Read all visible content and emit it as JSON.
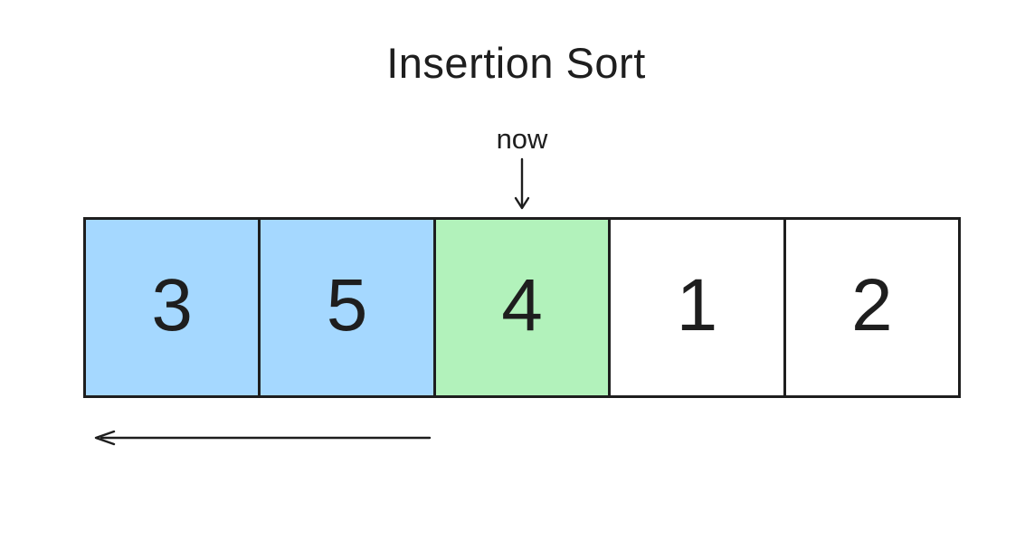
{
  "title": "Insertion Sort",
  "pointer": {
    "label": "now",
    "icon": "arrow-down-icon",
    "points_to_value": "4"
  },
  "array": {
    "cells": [
      {
        "value": "3",
        "state": "sorted",
        "color": "#a5d8ff"
      },
      {
        "value": "5",
        "state": "sorted",
        "color": "#a5d8ff"
      },
      {
        "value": "4",
        "state": "current",
        "color": "#b2f2bb"
      },
      {
        "value": "1",
        "state": "unsorted",
        "color": "#ffffff"
      },
      {
        "value": "2",
        "state": "unsorted",
        "color": "#ffffff"
      }
    ]
  },
  "annotations": {
    "swap_arrow_icon": "arrow-left-right",
    "scan_arrow_icon": "arrow-left"
  },
  "colors": {
    "sorted": "#a5d8ff",
    "current": "#b2f2bb",
    "unsorted": "#ffffff",
    "stroke": "#1e1e1e",
    "background": "#ffffff"
  }
}
